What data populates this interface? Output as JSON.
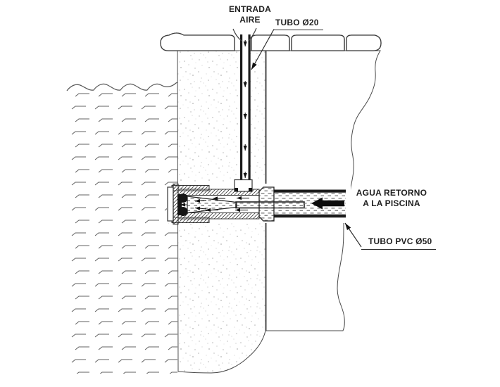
{
  "diagram": {
    "labels": {
      "entrada_aire": "ENTRADA\nAIRE",
      "tubo_20": "TUBO Ø20",
      "agua_retorno": "AGUA RETORNO\nA LA PISCINA",
      "tubo_pvc_50": "TUBO PVC Ø50"
    },
    "colors": {
      "line": "#3d3d3d",
      "text": "#1f1f1f",
      "flow_arrow": "#0d0d0d",
      "background": "#ffffff"
    }
  }
}
